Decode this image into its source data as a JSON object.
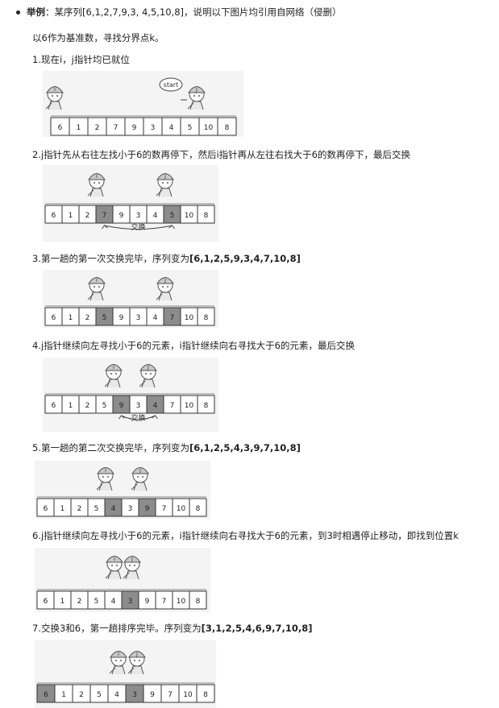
{
  "intro": {
    "label": "举例",
    "text": "：某序列[6,1,2,7,9,3, 4,5,10,8]，说明以下图片均引用自网络（侵删）"
  },
  "pivot_line": "以6作为基准数，寻找分界点k。",
  "steps": [
    {
      "text": "1.现在i，j指针均已就位",
      "bold": "",
      "cells": [
        "6",
        "1",
        "2",
        "7",
        "9",
        "3",
        "4",
        "5",
        "10",
        "8"
      ],
      "shaded": [],
      "start_bubble": "start",
      "swap_label": "",
      "figure": {}
    },
    {
      "text": "2.j指针先从右往左找小于6的数再停下，然后i指针再从左往右找大于6的数再停下，最后交换",
      "bold": "",
      "cells": [
        "6",
        "1",
        "2",
        "7",
        "9",
        "3",
        "4",
        "5",
        "10",
        "8"
      ],
      "shaded": [
        3,
        7
      ],
      "start_bubble": "",
      "swap_label": "交换",
      "figure": {}
    },
    {
      "text": "3.第一趟的第一次交换完毕，序列变为",
      "bold": "[6,1,2,5,9,3,4,7,10,8]",
      "cells": [
        "6",
        "1",
        "2",
        "5",
        "9",
        "3",
        "4",
        "7",
        "10",
        "8"
      ],
      "shaded": [
        3,
        7
      ],
      "start_bubble": "",
      "swap_label": "",
      "figure": {}
    },
    {
      "text": "4.j指针继续向左寻找小于6的元素，i指针继续向右寻找大于6的元素，最后交换",
      "bold": "",
      "cells": [
        "6",
        "1",
        "2",
        "5",
        "9",
        "3",
        "4",
        "7",
        "10",
        "8"
      ],
      "shaded": [
        4,
        6
      ],
      "start_bubble": "",
      "swap_label": "交换",
      "figure": {}
    },
    {
      "text": "5.第一趟的第二次交换完毕，序列变为",
      "bold": "[6,1,2,5,4,3,9,7,10,8]",
      "cells": [
        "6",
        "1",
        "2",
        "5",
        "4",
        "3",
        "9",
        "7",
        "10",
        "8"
      ],
      "shaded": [
        4,
        6
      ],
      "start_bubble": "",
      "swap_label": "",
      "figure": {}
    },
    {
      "text": "6.j指针继续向左寻找小于6的元素，i指针继续向右寻找大于6的元素，到3时相遇停止移动，即找到位置k",
      "bold": "",
      "cells": [
        "6",
        "1",
        "2",
        "5",
        "4",
        "3",
        "9",
        "7",
        "10",
        "8"
      ],
      "shaded": [
        5
      ],
      "start_bubble": "",
      "swap_label": "",
      "figure": {}
    },
    {
      "text": "7.交换3和6，第一趟排序完毕。序列变为",
      "bold": "[3,1,2,5,4,6,9,7,10,8]",
      "cells": [
        "6",
        "1",
        "2",
        "5",
        "4",
        "3",
        "9",
        "7",
        "10",
        "8"
      ],
      "shaded": [
        0,
        5
      ],
      "start_bubble": "",
      "swap_label": "",
      "figure": {}
    }
  ],
  "colors": {
    "shade": "#8c8c8c",
    "cell_border": "#333333",
    "figure_bg": "#f4f4f4"
  },
  "icons": {
    "pointer_figure": "helmet-kid-icon",
    "start_bubble": "speech-bubble-icon",
    "swap_arrow": "double-arrow-icon"
  }
}
